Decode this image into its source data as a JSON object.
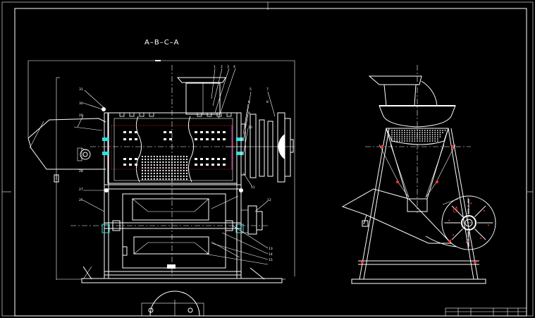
{
  "view_title": "A–B–C–A",
  "colors": {
    "background": "#000000",
    "line": "#ffffff",
    "hidden": "#ff3030",
    "accent": "#d040d0",
    "fitting": "#30e0e0"
  },
  "callouts_left": [
    "31",
    "30",
    "29",
    "28",
    "27",
    "26"
  ],
  "callouts_top": [
    "1",
    "2",
    "3",
    "4"
  ],
  "callouts_right": [
    "5",
    "6",
    "7",
    "8",
    "9",
    "10",
    "11",
    "12",
    "13",
    "14",
    "15"
  ]
}
